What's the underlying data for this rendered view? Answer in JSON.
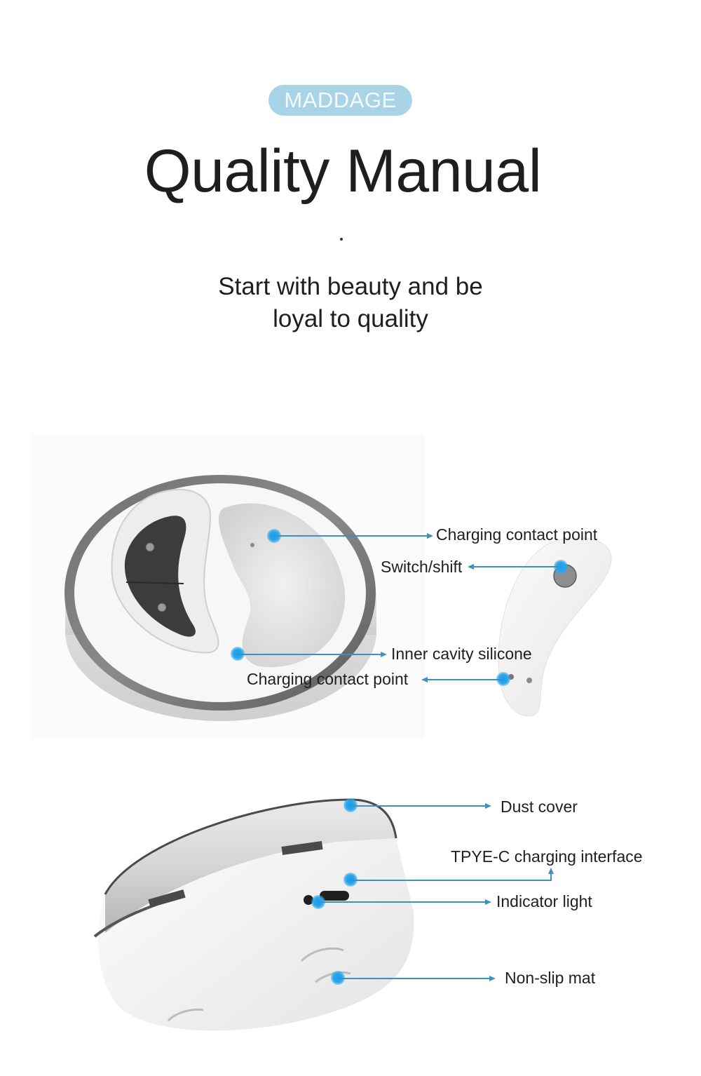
{
  "header": {
    "brand": "MADDAGE",
    "title": "Quality Manual",
    "subtitle_line1": "Start with beauty and be",
    "subtitle_line2": "loyal to quality"
  },
  "colors": {
    "brand_pill": "#a9d3e6",
    "leader_line": "#3a93bf",
    "hotspot": "#1e9ce8",
    "text": "#1e1e1e"
  },
  "diagram_top": {
    "callouts": [
      {
        "id": "charging-contact-case",
        "label": "Charging contact point"
      },
      {
        "id": "switch-shift",
        "label": "Switch/shift"
      },
      {
        "id": "inner-cavity",
        "label": "Inner cavity silicone"
      },
      {
        "id": "charging-contact-device",
        "label": "Charging contact point"
      }
    ]
  },
  "diagram_bottom": {
    "callouts": [
      {
        "id": "dust-cover",
        "label": "Dust cover"
      },
      {
        "id": "type-c",
        "label": "TPYE-C charging interface"
      },
      {
        "id": "indicator-light",
        "label": "Indicator light"
      },
      {
        "id": "non-slip-mat",
        "label": "Non-slip mat"
      }
    ]
  }
}
